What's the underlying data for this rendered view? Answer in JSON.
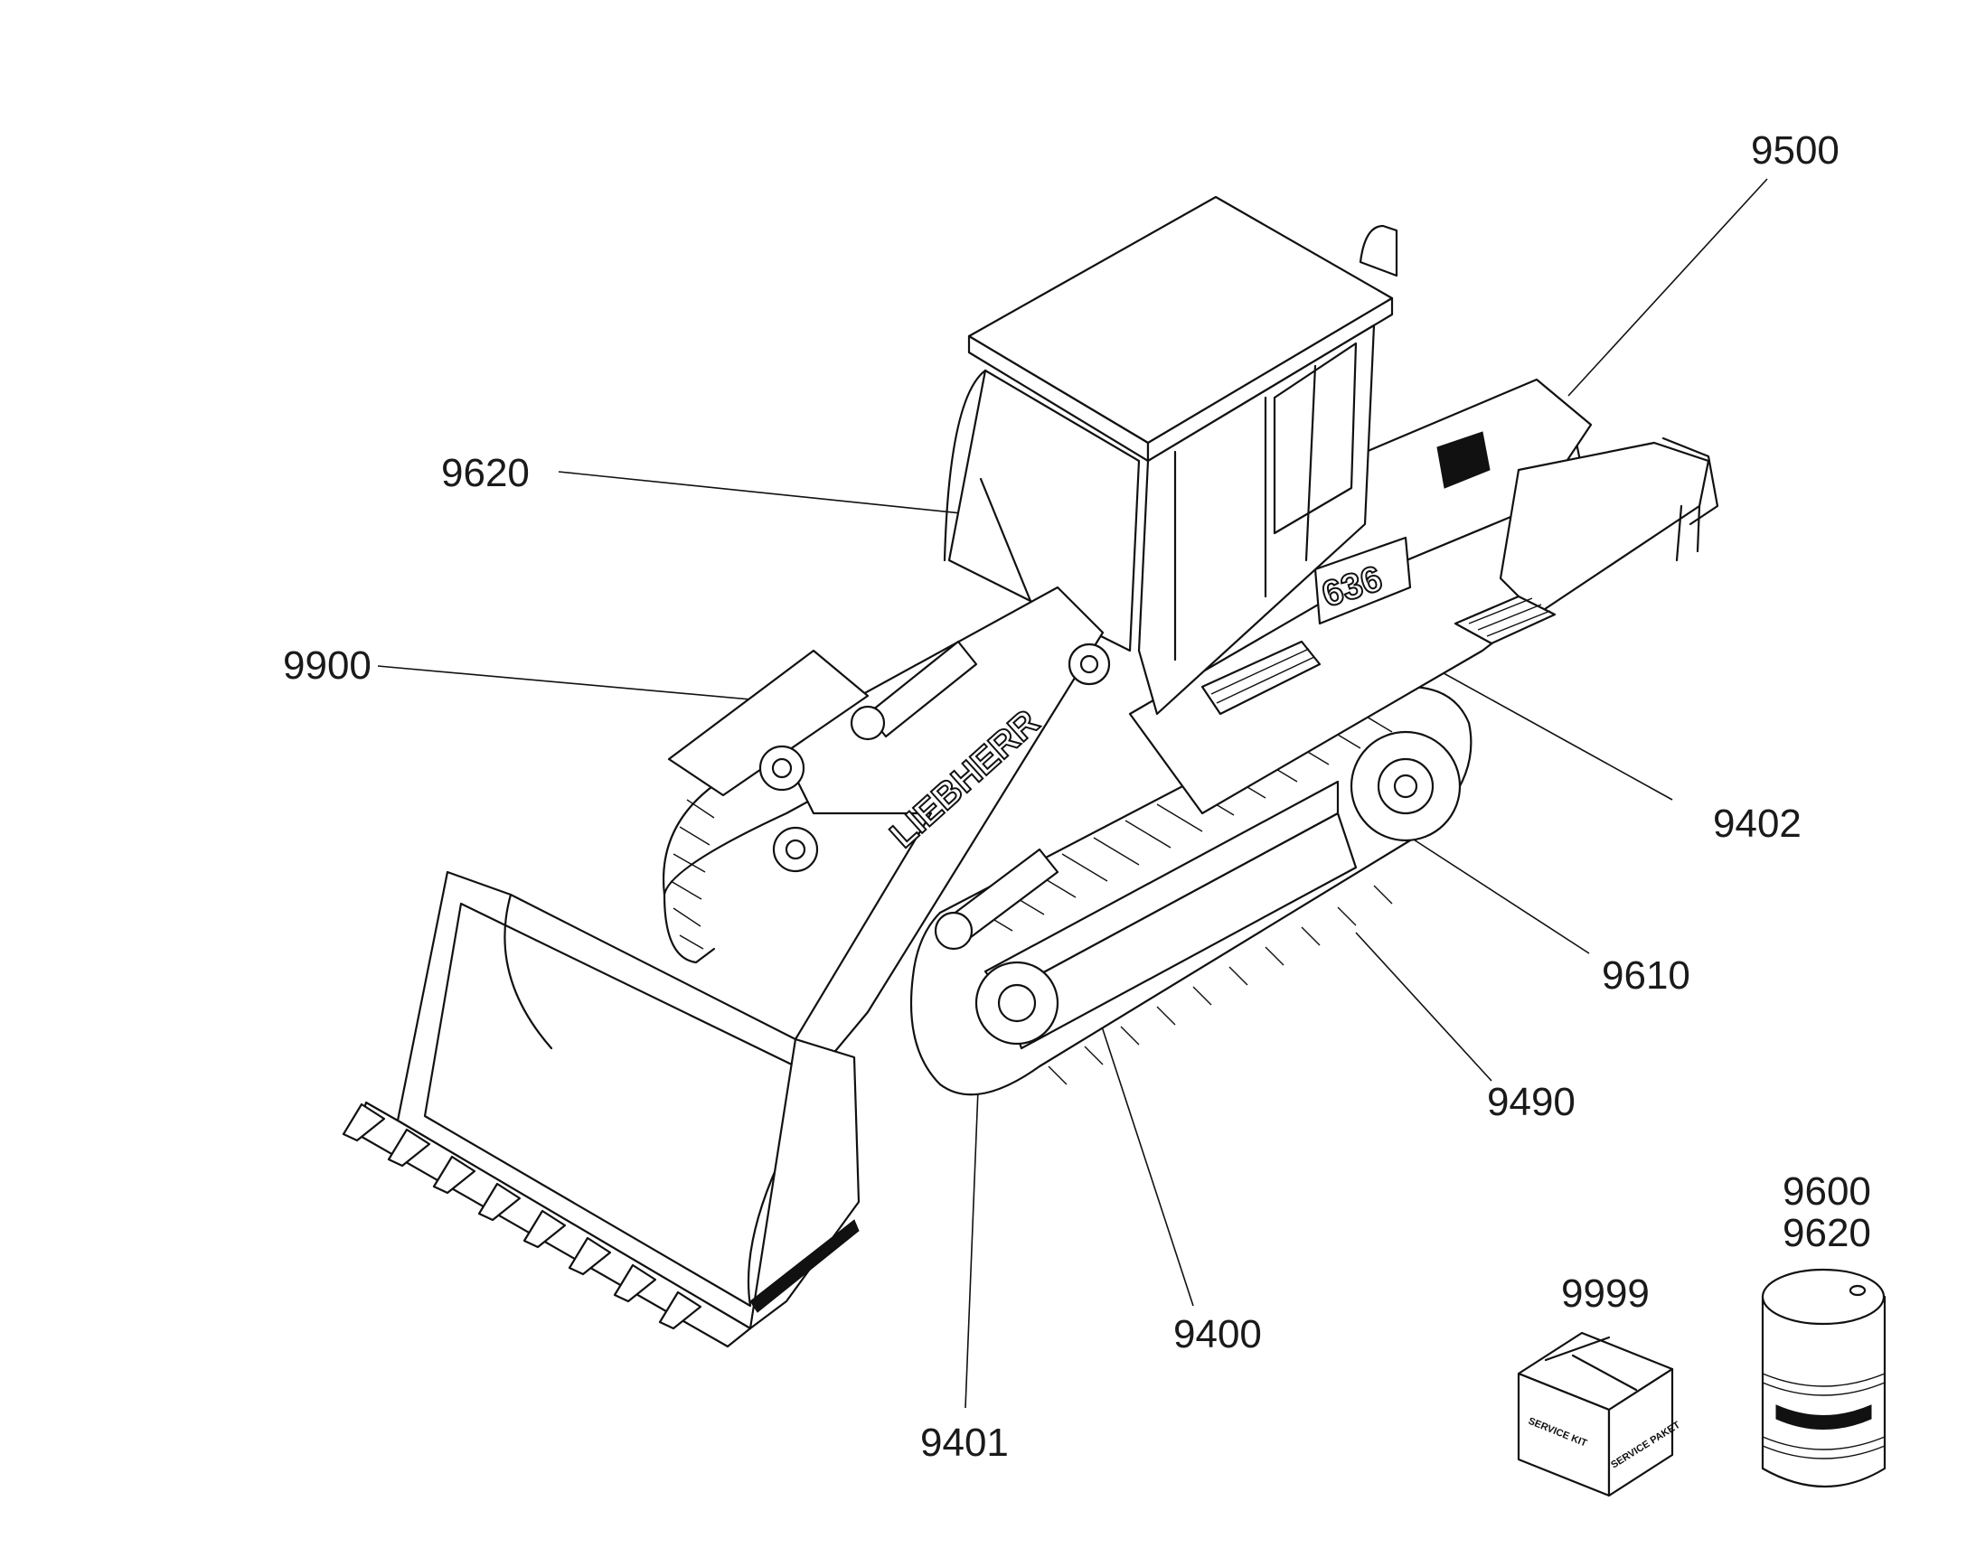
{
  "diagram": {
    "machine_logo": "LIEBHERR",
    "model_badge": "636",
    "callouts": [
      {
        "id": "c9500",
        "text": "9500"
      },
      {
        "id": "c9620a",
        "text": "9620"
      },
      {
        "id": "c9900",
        "text": "9900"
      },
      {
        "id": "c9402",
        "text": "9402"
      },
      {
        "id": "c9610",
        "text": "9610"
      },
      {
        "id": "c9490",
        "text": "9490"
      },
      {
        "id": "c9400",
        "text": "9400"
      },
      {
        "id": "c9401",
        "text": "9401"
      },
      {
        "id": "c9999",
        "text": "9999"
      },
      {
        "id": "c9600",
        "text": "9600"
      },
      {
        "id": "c9620b",
        "text": "9620"
      }
    ],
    "box_labels": [
      "SERVICE KIT",
      "SERVICE PAKET"
    ]
  }
}
